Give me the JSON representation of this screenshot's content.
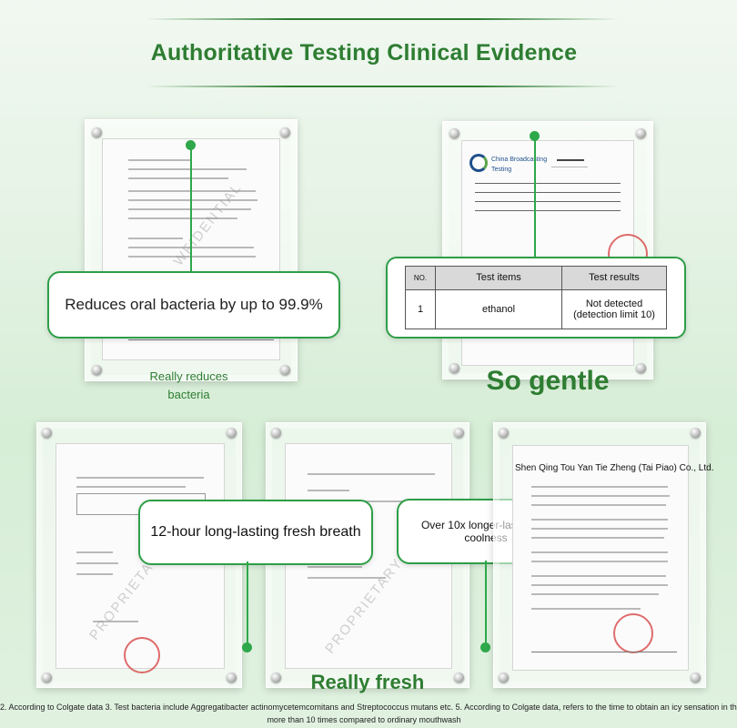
{
  "title": "Authoritative Testing Clinical Evidence",
  "panels": [
    {
      "label": "Reduces oral bacteria by up to 99.9%",
      "caption": "Really reduces bacteria",
      "watermark": "WFIDENTIAL"
    },
    {
      "caption": "So gentle",
      "logo_text": "China Broadcasting Testing",
      "table": {
        "headers": [
          "NO.",
          "Test items",
          "Test results"
        ],
        "rows": [
          [
            "1",
            "ethanol",
            "Not detected (detection limit 10)"
          ]
        ]
      }
    },
    {
      "label": "12-hour long-lasting fresh breath",
      "watermark": "PROPRIETARY & C"
    },
    {
      "label": "Over 10x longer-lasting icy coolness",
      "watermark": "PROPRIETARY & CONF"
    },
    {
      "company": "Shen Qing Tou Yan Tie Zheng (Tai Piao) Co., Ltd."
    }
  ],
  "caption_bottom": "Really fresh",
  "footnote": {
    "line1": "2. According to Colgate data 3. Test bacteria include Aggregatibacter actinomycetemcomitans and Streptococcus mutans etc. 5. According to Colgate data, refers to the time to obtain an icy sensation in th",
    "line2": "more than 10 times compared to ordinary mouthwash"
  },
  "colors": {
    "accent": "#2e7d32",
    "line": "#2ea84a"
  }
}
